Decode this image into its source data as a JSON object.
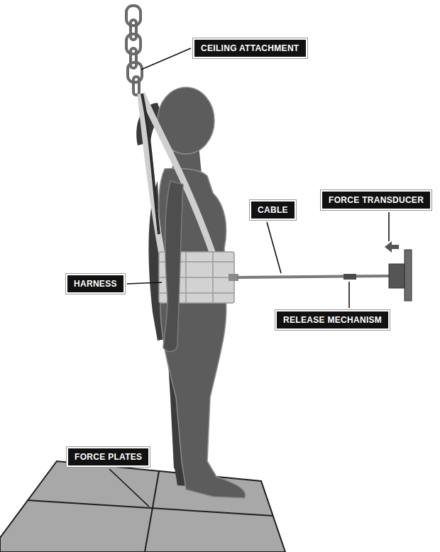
{
  "diagram": {
    "nodes": [
      {
        "text": [
          "CEILING ATTACHMENT"
        ]
      },
      {
        "text": [
          "FORCE TRANSDUCER"
        ]
      },
      {
        "text": [
          "CABLE"
        ]
      },
      {
        "text": [
          "HARNESS"
        ]
      },
      {
        "text": [
          "RELEASE MECHANISM"
        ]
      },
      {
        "text": [
          "FORCE PLATES"
        ]
      }
    ]
  }
}
